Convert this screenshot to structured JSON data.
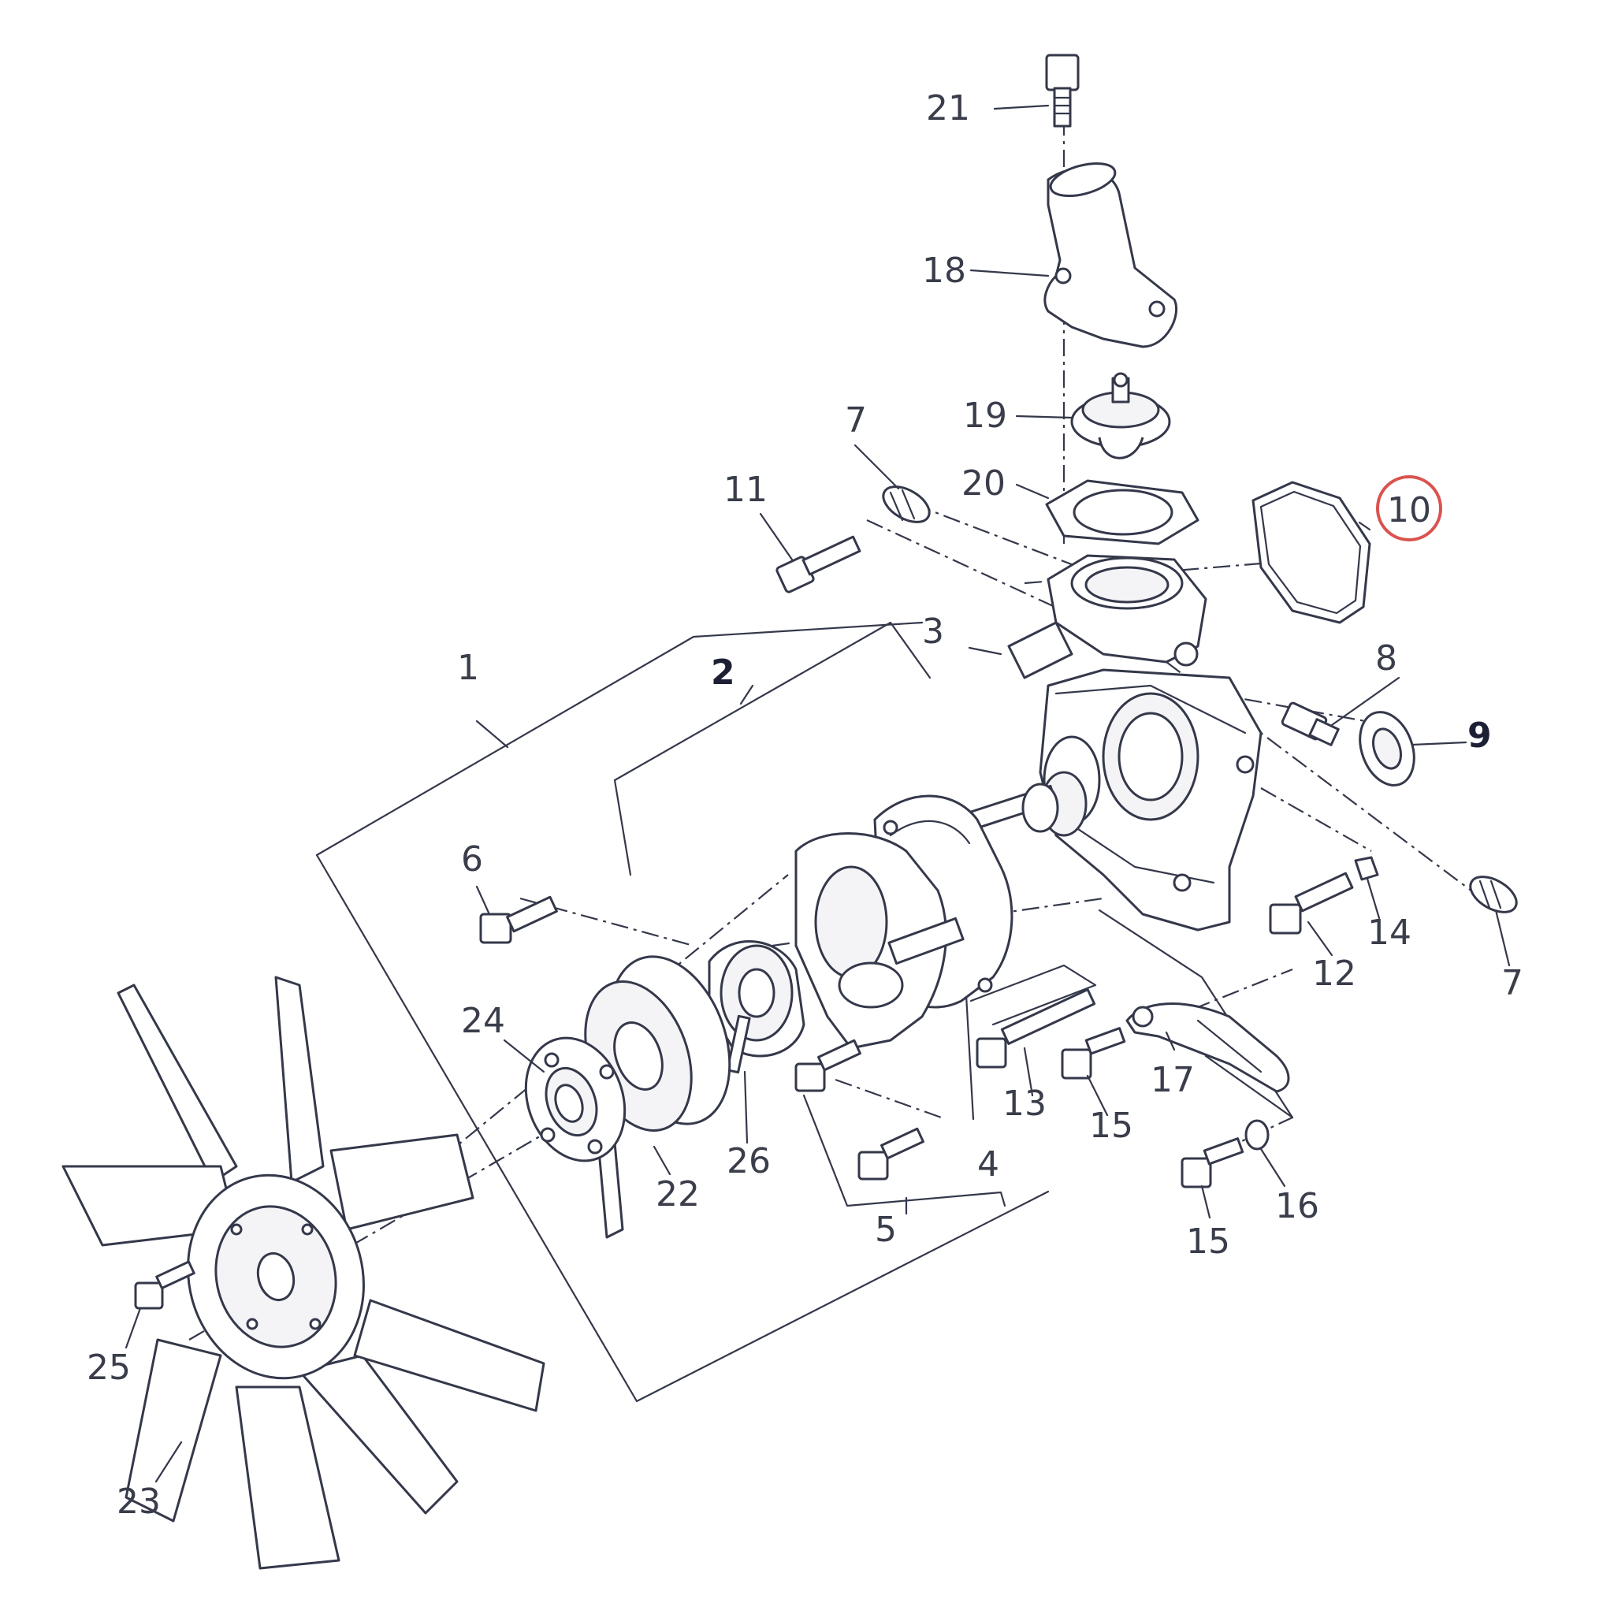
{
  "diagram": {
    "kind": "exploded-parts-diagram",
    "highlight_color": "#d9534f",
    "line_color": "#34384a",
    "highlighted_callout": "10",
    "callouts": [
      {
        "id": "c1",
        "text": "1"
      },
      {
        "id": "c2",
        "text": "2"
      },
      {
        "id": "c3",
        "text": "3"
      },
      {
        "id": "c4",
        "text": "4"
      },
      {
        "id": "c5",
        "text": "5"
      },
      {
        "id": "c6",
        "text": "6"
      },
      {
        "id": "c7a",
        "text": "7"
      },
      {
        "id": "c7b",
        "text": "7"
      },
      {
        "id": "c8",
        "text": "8"
      },
      {
        "id": "c9",
        "text": "9"
      },
      {
        "id": "c10",
        "text": "10"
      },
      {
        "id": "c11",
        "text": "11"
      },
      {
        "id": "c12",
        "text": "12"
      },
      {
        "id": "c13",
        "text": "13"
      },
      {
        "id": "c14",
        "text": "14"
      },
      {
        "id": "c15a",
        "text": "15"
      },
      {
        "id": "c15b",
        "text": "15"
      },
      {
        "id": "c16",
        "text": "16"
      },
      {
        "id": "c17",
        "text": "17"
      },
      {
        "id": "c18",
        "text": "18"
      },
      {
        "id": "c19",
        "text": "19"
      },
      {
        "id": "c20",
        "text": "20"
      },
      {
        "id": "c21",
        "text": "21"
      },
      {
        "id": "c22",
        "text": "22"
      },
      {
        "id": "c23",
        "text": "23"
      },
      {
        "id": "c24",
        "text": "24"
      },
      {
        "id": "c25",
        "text": "25"
      },
      {
        "id": "c26",
        "text": "26"
      }
    ]
  }
}
